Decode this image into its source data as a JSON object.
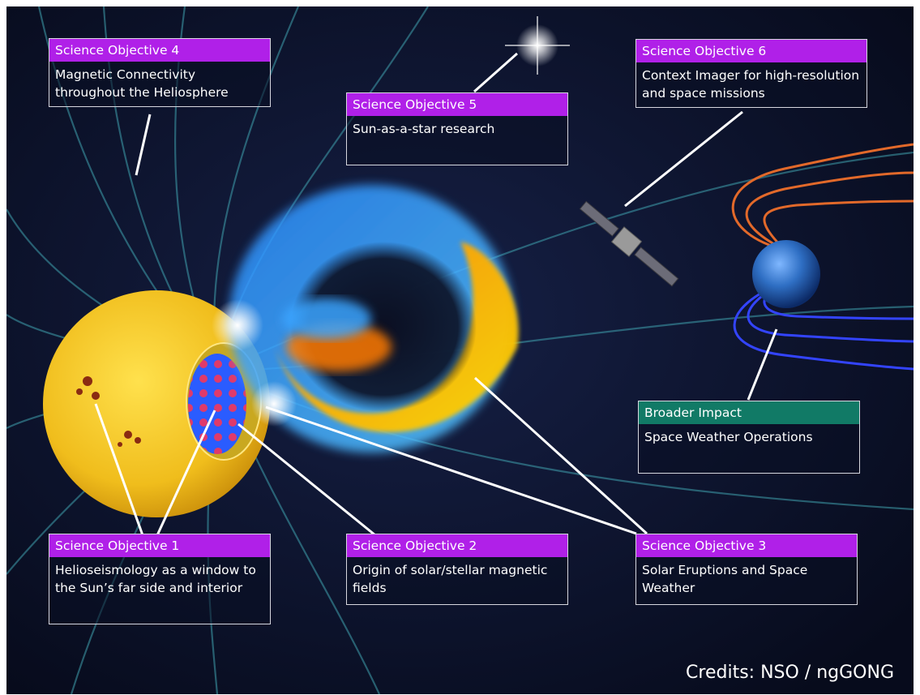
{
  "credits": "Credits: NSO / ngGONG",
  "objectives": {
    "obj4": {
      "title": "Science Objective 4",
      "text": "Magnetic Connectivity throughout the Heliosphere"
    },
    "obj5": {
      "title": "Science Objective 5",
      "text": "Sun-as-a-star research"
    },
    "obj6": {
      "title": "Science Objective 6",
      "text": "Context Imager for high-resolution and space missions"
    },
    "impact": {
      "title": "Broader Impact",
      "text": "Space Weather Operations"
    },
    "obj1": {
      "title": "Science Objective 1",
      "text": "Helioseismology as a window to the Sun’s far side and interior"
    },
    "obj2": {
      "title": "Science Objective 2",
      "text": "Origin of solar/stellar magnetic fields"
    },
    "obj3": {
      "title": "Science Objective 3",
      "text": "Solar Eruptions and Space Weather"
    }
  },
  "colors": {
    "background": "#0a1026",
    "header_purple": "#b020e8",
    "header_teal": "#117a66",
    "field_lines": "#3fa0ad",
    "sun": "#f1c21e"
  }
}
